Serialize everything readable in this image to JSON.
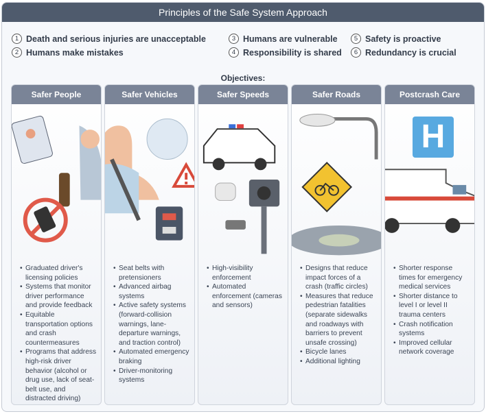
{
  "title": "Principles of the Safe System Approach",
  "principles": [
    {
      "num": "1",
      "text": "Death and serious injuries are unacceptable"
    },
    {
      "num": "2",
      "text": "Humans make mistakes"
    },
    {
      "num": "3",
      "text": "Humans are vulnerable"
    },
    {
      "num": "4",
      "text": "Responsibility is shared"
    },
    {
      "num": "5",
      "text": "Safety is proactive"
    },
    {
      "num": "6",
      "text": "Redundancy is crucial"
    }
  ],
  "objectives_label": "Objectives:",
  "columns": [
    {
      "title": "Safer People",
      "items": [
        "Graduated driver's licensing policies",
        "Systems that monitor driver performance and provide feedback",
        "Equitable transportation options and crash countermeasures",
        "Programs that address high-risk driver behavior (alcohol or drug use, lack of seat-belt use, and distracted driving)"
      ]
    },
    {
      "title": "Safer Vehicles",
      "items": [
        "Seat belts with pretensioners",
        "Advanced airbag systems",
        "Active safety systems (forward-collision warnings, lane-departure warnings, and traction control)",
        "Automated emergency braking",
        "Driver-monitoring systems"
      ]
    },
    {
      "title": "Safer Speeds",
      "items": [
        "High-visibility enforcement",
        "Automated enforcement (cameras and sensors)"
      ]
    },
    {
      "title": "Safer Roads",
      "items": [
        "Designs that reduce impact forces of a crash (traffic circles)",
        "Measures that reduce pedestrian fatalities (separate sidewalks and roadways with barriers to prevent unsafe crossing)",
        "Bicycle lanes",
        "Additional lighting"
      ]
    },
    {
      "title": "Postcrash Care",
      "items": [
        "Shorter response times for emergency medical services",
        "Shorter distance to level I or level II trauma centers",
        "Crash notification systems",
        "Improved cellular network coverage"
      ]
    }
  ],
  "hospital_sign": "H",
  "colors": {
    "header": "#4f5b6d",
    "column_header": "#7a8497"
  }
}
